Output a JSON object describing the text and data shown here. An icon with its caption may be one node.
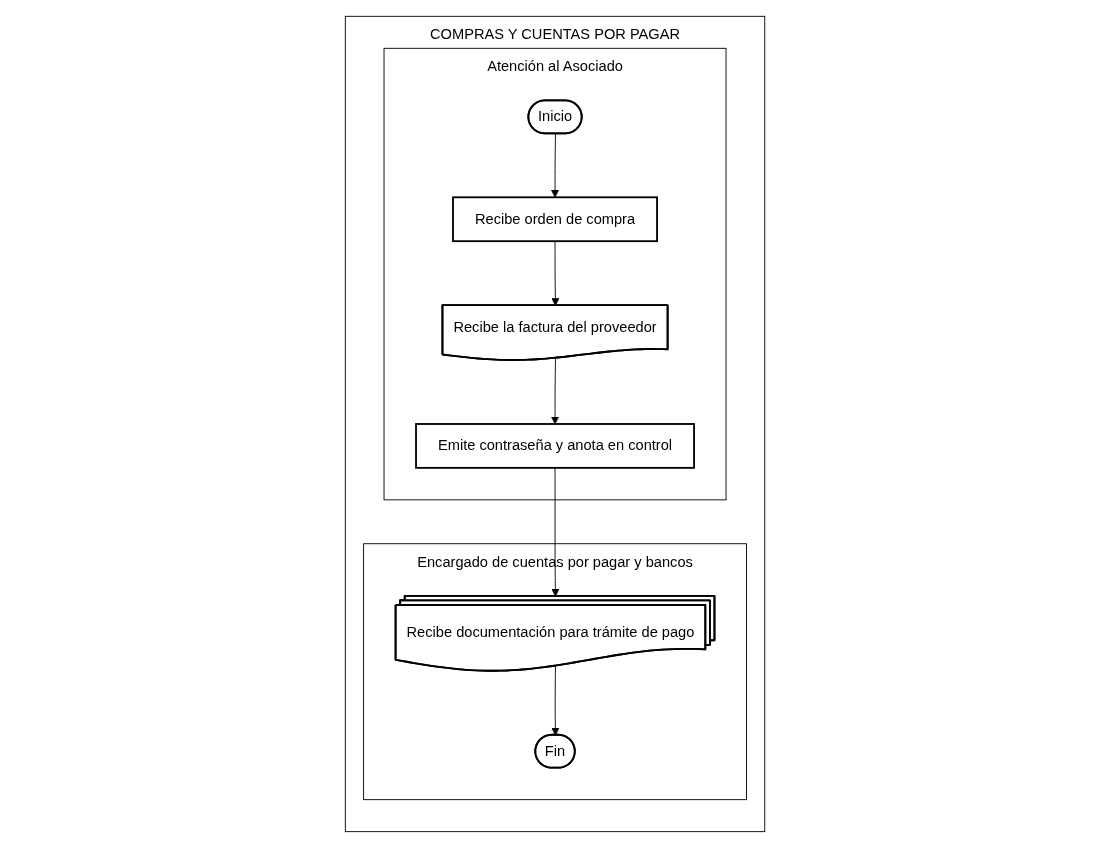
{
  "diagram": {
    "nodes": [
      {
        "text": [
          "COMPRAS Y CUENTAS POR PAGAR"
        ]
      },
      {
        "text": [
          "Atención al Asociado"
        ],
        "in": 0
      },
      {
        "text": [
          "Encargado de cuentas por pagar y bancos"
        ],
        "in": 0
      },
      {
        "text": [
          "Inicio"
        ],
        "in": 1
      },
      {
        "text": [
          "Recibe orden de compra"
        ],
        "in": 1
      },
      {
        "text": [
          "Recibe la factura del proveedor"
        ],
        "in": 1
      },
      {
        "text": [
          "Emite contraseña y anota en control"
        ],
        "in": 1
      },
      {
        "text": [
          "Recibe documentación para trámite de pago"
        ],
        "in": 2
      },
      {
        "text": [
          "Fin"
        ],
        "in": 2
      }
    ],
    "edges": [
      {
        "from": 3,
        "to": 4,
        "arrow": "to"
      },
      {
        "from": 4,
        "to": 5,
        "arrow": "to"
      },
      {
        "from": 5,
        "to": 6,
        "arrow": "to"
      },
      {
        "from": 6,
        "to": 7,
        "arrow": "to"
      },
      {
        "from": 7,
        "to": 8,
        "arrow": "to"
      }
    ]
  }
}
